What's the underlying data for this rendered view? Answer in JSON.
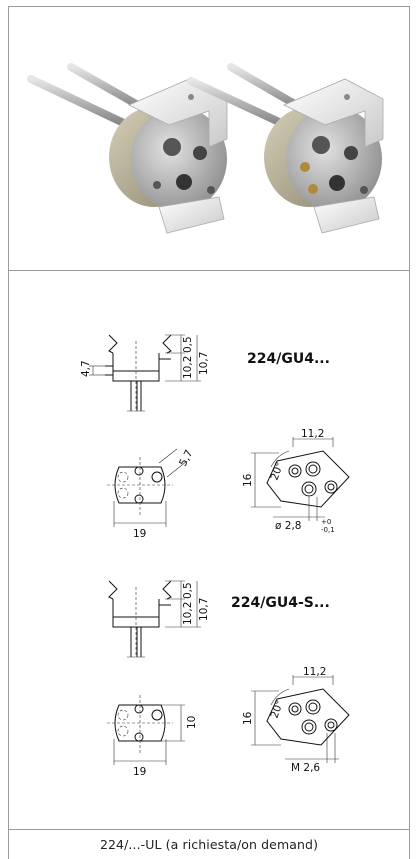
{
  "drawings": {
    "top": {
      "model": "224/GU4...",
      "dims": {
        "d05": "0,5",
        "d102": "10,2",
        "d107": "10,7",
        "d47": "4,7",
        "d57": "5,7",
        "d19": "19",
        "d16": "16",
        "d20deg": "20°",
        "d112": "11,2",
        "dia": "ø 2,8",
        "tol_plus": "+0",
        "tol_minus": "-0,1"
      }
    },
    "bottom": {
      "model": "224/GU4-S...",
      "dims": {
        "d05": "0,5",
        "d102": "10,2",
        "d107": "10,7",
        "d10": "10",
        "d19": "19",
        "d16": "16",
        "d20deg": "20°",
        "d112": "11,2",
        "m26": "M 2,6"
      }
    }
  },
  "footer": {
    "text": "224/...-UL (a richiesta/on demand)"
  },
  "colors": {
    "border": "#9a9a9a",
    "metal_light": "#dcdcdc",
    "metal_dark": "#7f7f7f",
    "ceramic": "#bfb7a2",
    "white_bracket": "#f4f4f4"
  }
}
